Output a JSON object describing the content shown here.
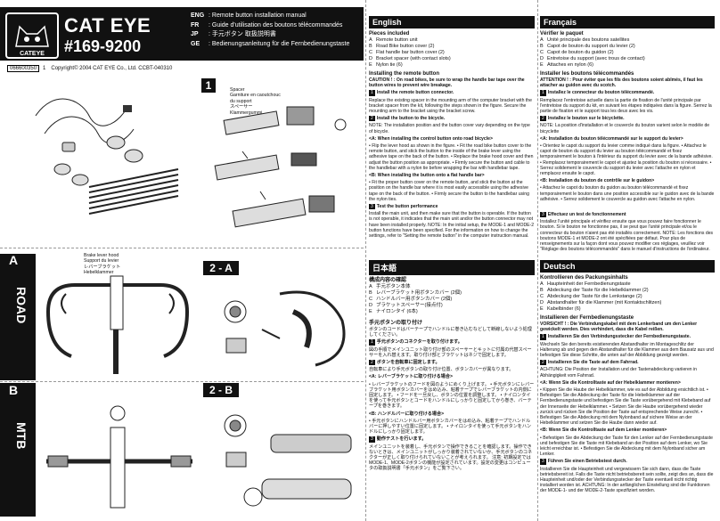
{
  "header": {
    "brand": "CAT EYE",
    "model": "#169-9200",
    "logo_text": "CATEYE",
    "titles": [
      {
        "code": "ENG",
        "text": ": Remote button installation manual"
      },
      {
        "code": "FR",
        "text": ": Guide d'utilisation des boutons télécommandés"
      },
      {
        "code": "JP",
        "text": ": 手元ボタン 取扱説明書"
      },
      {
        "code": "GE",
        "text": ": Bedienungsanleitung für die Fernbedienungstaste"
      }
    ],
    "part_number": "066600350",
    "part_suffix": "1",
    "copyright": "Copyright© 2004 CAT EYE Co., Ltd. CCBT-040310"
  },
  "diagram": {
    "step1": "1",
    "step2a": "2 - A",
    "step2b": "2 - B",
    "label_a": "A",
    "label_b": "B",
    "road": "ROAD",
    "mtb": "MTB",
    "spacer_label": [
      "Spacer",
      "Garniture en caoutchouc",
      "du support",
      "スペーサー",
      "Klammergummi"
    ],
    "lever_label": [
      "Brake lever hood",
      "Support du levier",
      "レバーブラケット",
      "Hebelklammer"
    ]
  },
  "english": {
    "heading": "English",
    "pieces_title": "Pieces included",
    "pieces": [
      {
        "k": "A",
        "t": "Remote button unit"
      },
      {
        "k": "B",
        "t": "Road Bike button cover (2)"
      },
      {
        "k": "C",
        "t": "Flat handle bar button cover (2)"
      },
      {
        "k": "D",
        "t": "Bracket spacer (with contact slots)"
      },
      {
        "k": "E",
        "t": "Nylon tie (6)"
      }
    ],
    "install_title": "Installing the remote button",
    "caution": "CAUTION ! : On road bikes, be sure to wrap the handle bar tape over the button wires to prevent wire breakage.",
    "steps": [
      {
        "n": "1",
        "title": "Install the remote button connector.",
        "body": "Replace the existing spacer in the mounting arm of the computer bracket with the bracket spacer from the kit, following the steps shown in the figure. Secure the mounting arm to the bracket using the bracket screw."
      },
      {
        "n": "2",
        "title": "Install the button to the bicycle.",
        "body": "NOTE: The installation position and the button cover vary depending on the type of bicycle."
      },
      {
        "n": "",
        "title": "<A: When installing the control button onto road bicycle>",
        "body": "• Flip the lever hood as shown in the figure. • Fit the road bike button cover to the remote button, and stick the button to the inside of the brake lever using the adhesive tape on the back of the button. • Replace the brake hood cover and then adjust the button position as appropriate. • Firmly secure the button and cable to the handlebar with a nylon tie before wrapping the bar with handlebar tape."
      },
      {
        "n": "",
        "title": "<B: When installing the button onto a flat handle bar>",
        "body": "• Fit the proper button cover on the remote button, and stick the button at the position on the handle bar where it is most easily accessible using the adhesive tape on the back of the button. • Firmly secure the button to the handlebar using the nylon ties."
      },
      {
        "n": "3",
        "title": "Test the button performance",
        "body": "Install the main unit, and then make sure that the button is operable. If the button is not operable, it indicates that the main unit and/or the button connector may not have been installed properly. NOTE: In the initial setup, the MODE-1 and MODE-2 button functions have been specified. For the information on how to change the settings, refer to \"Setting the remote button\" in the computer instruction manual."
      }
    ]
  },
  "japanese": {
    "heading": "日本語",
    "pieces_title": "構成内容の確認",
    "pieces": [
      {
        "k": "A",
        "t": "手元ボタン本体"
      },
      {
        "k": "B",
        "t": "レバーブラケット用ボタンカバー (2個)"
      },
      {
        "k": "C",
        "t": "ハンドルバー用ボタンカバー (2個)"
      },
      {
        "k": "D",
        "t": "ブラケットスペーサー(接点付) "
      },
      {
        "k": "E",
        "t": "ナイロンタイ (6本)"
      }
    ],
    "install_title": "手元ボタンの取り付け",
    "caution": "ボタンのコードはバーテープでハンドルに巻き込むなどして断線しないよう処理してください。",
    "steps": [
      {
        "n": "1",
        "title": "手元ボタンのコネクターを取り付けます。",
        "body": "図の手順でメインユニット取り付け部のスペーサーとキットに付属の代替スペーサーを入れ替えます。取り付け部とブラケットはネジで固定します。"
      },
      {
        "n": "2",
        "title": "ボタンを自転車に固定します。",
        "body": "自転車により手元ボタンの取り付け位置、ボタンカバーが異なります。"
      },
      {
        "n": "",
        "title": "<A: レバーブラケットに取り付ける場合>",
        "body": "• レバーブラケットのフードを図のようにめくり上げます。 • 手元ボタンにレバーブラケット用ボタンカバーをはめ込み、粘着テープでレバーブラケットの内側に固定します。 • フードを一旦戻し、ボタンの位置を調整します。 • ナイロンタイを使って手元ボタンとコードをハンドルにしっかりと固定してから巻き、バーテープを巻きます。"
      },
      {
        "n": "",
        "title": "<B: ハンドルバーに取り付ける場合>",
        "body": "• 手元ボタンにハンドルバー用ボタンカバーをはめ込み、粘着テープでハンドルバーに押しやすい位置に固定します。 • ナイロンタイを使って手元ボタンをハンドルにしっかり固定します。"
      },
      {
        "n": "3",
        "title": "動作テストを行います。",
        "body": "メインユニットを装着し、手元ボタンで操作できることを確認します。操作できないときは、メインユニットがしっかり装着されていないか、手元ボタンのコネクターが正しく取り付けられていないことが考えられます。 注意: 初期設定ではMODE-1、MODE-2ボタンの機能が設定されています。設定の変更はコンピュータの取扱説明書「手元ボタン」をご覧下さい。"
      }
    ]
  },
  "french": {
    "heading": "Français",
    "pieces_title": "Vérifier le paquet",
    "pieces": [
      {
        "k": "A",
        "t": "Unité principale des boutons satellites"
      },
      {
        "k": "B",
        "t": "Capot de bouton du support du levier (2)"
      },
      {
        "k": "C",
        "t": "Capot de bouton du guidon (2)"
      },
      {
        "k": "D",
        "t": "Entretoise du support (avec trous de contact)"
      },
      {
        "k": "E",
        "t": "Attaches en nylon (6)"
      }
    ],
    "install_title": "Installer les boutons télécommandés",
    "caution": "ATTENTION ! : Pour éviter que les fils des boutons soient abîmés, il faut les attacher au guidon avec du scotch.",
    "steps": [
      {
        "n": "1",
        "title": "Installez le connecteur du bouton télécommandé.",
        "body": "Remplacez l'entretoise actuelle dans la partie de fixation de l'unité principale par l'entretoise du support du kit, en suivant les étapes indiquées dans la figure. Serrez la partie de fixation et le support tous les deux avec les vis."
      },
      {
        "n": "2",
        "title": "Installez le bouton sur le bicyclette.",
        "body": "NOTE: La position d'installation et le couvercle du bouton varient selon le modèle de bicyclette"
      },
      {
        "n": "",
        "title": "<A: Installation du bouton télécommandé sur le support du levier>",
        "body": "• Orientez le capot du support du levier comme indiqué dans la figure. • Attachez le capot de bouton du support du levier au bouton télécommandé et fixez temporairement le bouton à l'intérieur du support du levier avec de la bande adhésive. • Remplacez temporairement le capot et ajustez la position du bouton si nécessaire. • Serrez solidement le couvercle du support du levier avec l'attache en nylon et remplacez ensuite le capot."
      },
      {
        "n": "",
        "title": "<B: Installation du bouton de contrôle sur le guidon>",
        "body": "• Attachez le capot du bouton du guidon au bouton télécommandé et fixez temporairement le bouton dans une position accessible sur le guidon avec de la bande adhésive. • Serrez solidement le couvercle au guidon avec l'attache en nylon."
      },
      {
        "n": "3",
        "title": "Effectuez un test de fonctionnement",
        "body": "Installez l'unité principale et vérifiez ensuite que vous pouvez faire fonctionner le bouton. Si le bouton ne fonctionne pas, il se peut que l'unité principale et/ou le connecteur du bouton n'aient pas été installés correctement. NOTE: Les fonctions des boutons MODE-1 et MODE-2 ont été spécifiées par défaut. Pour plus de renseignements sur la façon dont vous pouvez modifier ces réglages, veuillez voir \"Réglage des boutons télécommandés\" dans le manuel d'instructions de l'ordinateur."
      }
    ]
  },
  "german": {
    "heading": "Deutsch",
    "pieces_title": "Kontrollieren des Packungsinhalts",
    "pieces": [
      {
        "k": "A",
        "t": "Haupteinheit der Fernbedienungstaste"
      },
      {
        "k": "B",
        "t": "Abdeckung der Taste für die Hebelklammer (2)"
      },
      {
        "k": "C",
        "t": "Abdeckung der Taste für die Lenkstange (2)"
      },
      {
        "k": "D",
        "t": "Abstandhalter für die Klammer (mit Kontaktschlitzen)"
      },
      {
        "k": "E",
        "t": "Kabelbinder (6)"
      }
    ],
    "install_title": "Installieren der Fernbedienungstaste",
    "caution": "VORSICHT ! : Die Verbindungskabel mit dem Lenkerband um den Lenker gewickelt werden. Dies verhindert, dass die Kabel reißen.",
    "steps": [
      {
        "n": "1",
        "title": "Installieren Sie den Verbindungsstecker der Fernbedienungstaste.",
        "body": "Wechseln Sie den bereits existierenden Abstandhalter im Montageschlitz der Halterung ab und gegen den Abstandhalter für die Klammer aus dem Bausatz aus und befestigen Sie diese Schritte, die unten auf der Abbildung gezeigt werden."
      },
      {
        "n": "2",
        "title": "Installieren Sie die Taste auf dem Fahrrad.",
        "body": "ACHTUNG: Die Position der Installation und der Tastenabdeckung variieren in Abhängigkeit vom Fahrrad."
      },
      {
        "n": "",
        "title": "<A: Wenn Sie die Kontrolltaste auf der Hebelklammer montieren>",
        "body": "• Kippen Sie die Haube der Hebelklammer, wie es auf der Abbildung ersichtlich ist. • Befestigen Sie die Abdeckung der Taste für die Hebelklammer auf der Fernbedienungstaste und befestigen Sie die Taste vorübergehend mit Klebeband auf der Innenseite der Hebelklammer. • Setzen Sie die Haube vorübergehend wieder zurück und rücken Sie die Position der Taste auf entsprechende Weise zurecht. • Befestigen Sie die Abdeckung mit dem Nylonband auf sichere Weise an der Hebelklammer und setzen Sie die Haube dann wieder auf."
      },
      {
        "n": "",
        "title": "<B: Wenn Sie die Kontrolltaste auf dem Lenker montieren>",
        "body": "• Befestigen Sie die Abdeckung der Taste für den Lenker auf der Fernbedienungstaste und befestigen Sie die Taste mit Klebeband an der Position auf dem Lenker, wo Sie leicht erreichbar ist. • Befestigen Sie die Abdeckung mit dem Nylonband sicher am Lenker."
      },
      {
        "n": "3",
        "title": "Führen Sie einen Betriebstest durch.",
        "body": "Installieren Sie die Haupteinheit und vergewissern Sie sich dann, dass die Taste betriebsbereit ist. Falls die Taste nicht betriebsbereit sein sollte, zeigt dies an, dass die Haupteinheit und/oder der Verbindungsstecker der Taste eventuell nicht richtig installiert worden ist. ACHTUNG: In der anfänglichen Einstellung sind die Funktionen der MODE-1- und der MODE-2-Taste spezifiziert worden."
      }
    ]
  }
}
